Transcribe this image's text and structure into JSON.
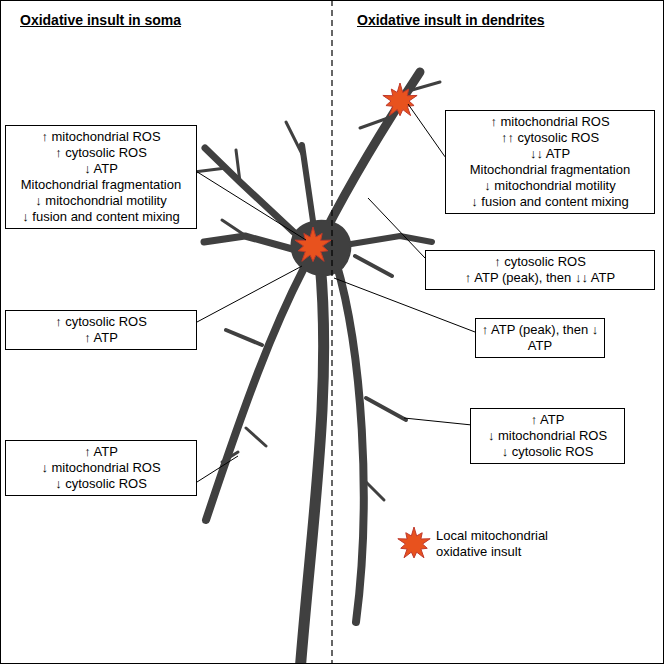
{
  "diagram": {
    "nodes": [
      {
        "text": [
          "↑ mitochondrial ROS",
          "↑ cytosolic ROS",
          "↓ ATP",
          "Mitochondrial fragmentation",
          "↓ mitochondrial motility",
          "↓ fusion and content mixing"
        ]
      },
      {
        "text": [
          "↑ cytosolic ROS",
          "↑ ATP"
        ]
      },
      {
        "text": [
          "↑ ATP",
          "↓ mitochondrial ROS",
          "↓ cytosolic ROS"
        ]
      },
      {
        "text": [
          "↑ mitochondrial ROS",
          "↑↑ cytosolic ROS",
          "↓↓ ATP",
          "Mitochondrial fragmentation",
          "↓ mitochondrial motility",
          "↓ fusion and content mixing"
        ]
      },
      {
        "text": [
          "↑ cytosolic ROS",
          "↑ ATP (peak), then ↓↓ ATP"
        ]
      },
      {
        "text": [
          "↑ ATP (peak), then ↓ ATP"
        ]
      },
      {
        "text": [
          "↑ ATP",
          "↓ mitochondrial ROS",
          "↓ cytosolic ROS"
        ]
      }
    ],
    "labels": [
      "Oxidative insult in soma",
      "Oxidative insult in dendrites"
    ],
    "legend": [
      {
        "text": "Local mitochondrial oxidative insult"
      }
    ]
  }
}
